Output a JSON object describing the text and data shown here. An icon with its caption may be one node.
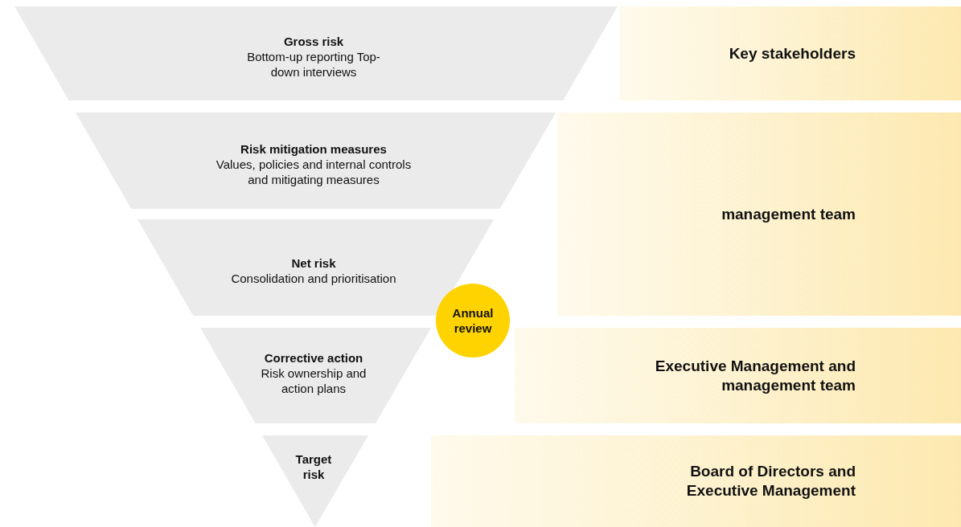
{
  "diagram": {
    "nodes": [
      {
        "text": [
          "Gross risk",
          "Bottom-up reporting Top-down interviews"
        ]
      },
      {
        "text": [
          "Risk mitigation measures",
          "Values, policies and internal controls and mitigating measures"
        ]
      },
      {
        "text": [
          "Net risk",
          "Consolidation and prioritisation"
        ]
      },
      {
        "text": [
          "Corrective action",
          "Risk ownership and action plans"
        ]
      },
      {
        "text": [
          "Target risk"
        ]
      },
      {
        "text": [
          "Key stakeholders"
        ]
      },
      {
        "text": [
          "management team"
        ]
      },
      {
        "text": [
          "Executive Management and management team"
        ]
      },
      {
        "text": [
          "Board of Directors and Executive Management"
        ]
      },
      {
        "text": [
          "Annual review"
        ]
      }
    ]
  }
}
